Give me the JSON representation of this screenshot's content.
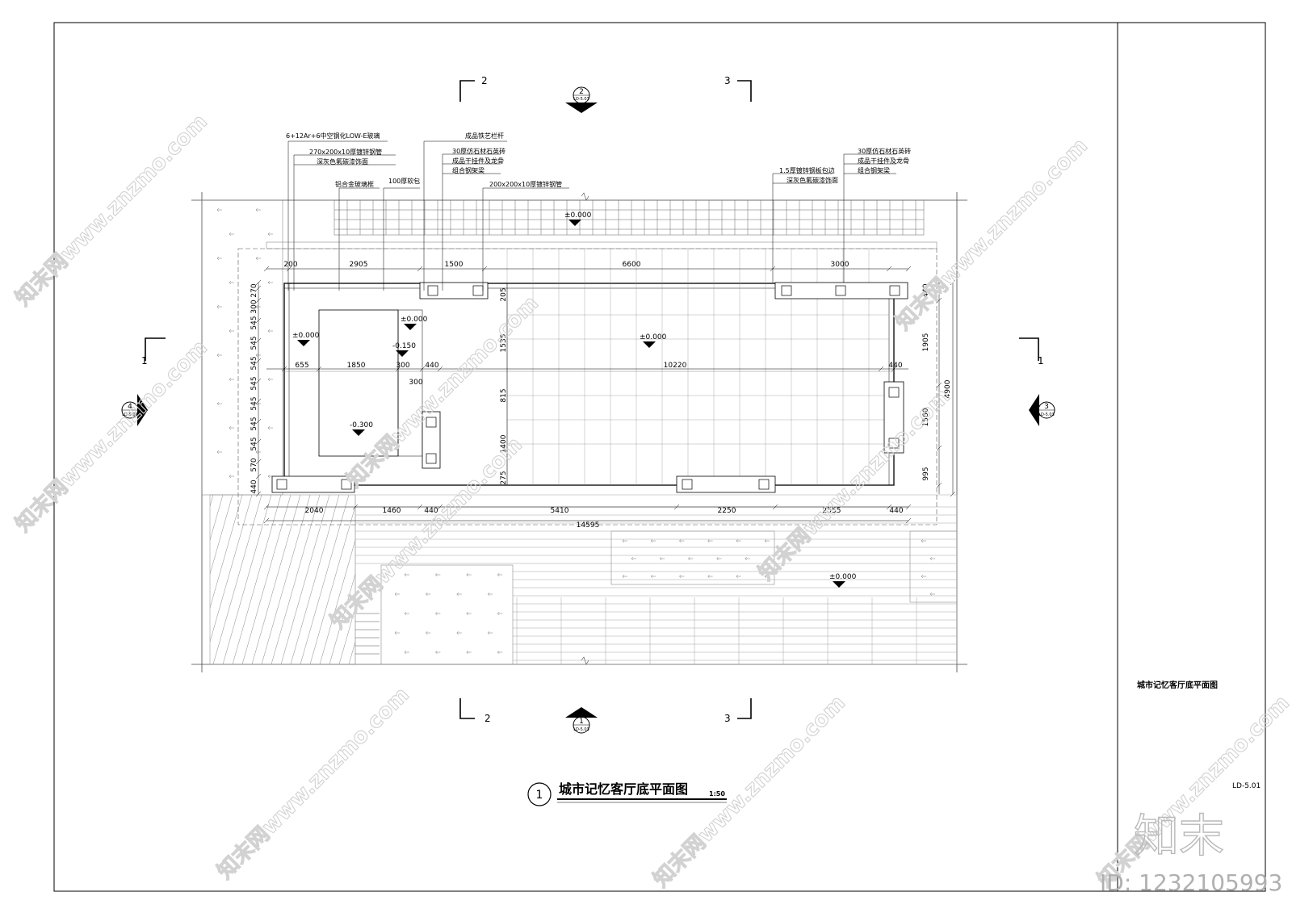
{
  "drawing": {
    "title": "城市记忆客厅底平面图",
    "scale": "1:50",
    "detail_number": "1",
    "side_title": "城市记忆客厅底平面图",
    "sheet_number": "LD-5.01"
  },
  "section_markers": {
    "top_left": "2",
    "top_right": "3",
    "bottom_left": "2",
    "bottom_right": "3",
    "left": "1",
    "right": "1"
  },
  "elevation_markers": {
    "top": {
      "num": "2",
      "sheet": "LD-5.03"
    },
    "bottom": {
      "num": "1",
      "sheet": "LD-5.03"
    },
    "left": {
      "num": "4",
      "sheet": "LD-5.03"
    },
    "right": {
      "num": "3",
      "sheet": "LD-5.03"
    }
  },
  "annotations": {
    "glass": "6+12Ar+6中空钢化LOW-E玻璃",
    "steel_pipe_270": "270x200x10厚镀锌钢管",
    "paint_dark_grey": "深灰色氟碳漆饰面",
    "aluminum_frame": "铝合金玻璃框",
    "soft_pack": "100厚软包",
    "railing": "成品铁艺栏杆",
    "quartz_30_left": "30厚仿石材石英砖",
    "hanging_left": "成品干挂件及龙骨",
    "steel_frame_left": "组合钢架梁",
    "steel_pipe_200": "200x200x10厚镀锌钢管",
    "steel_wrap": "1.5厚镀锌钢板包边",
    "paint_dark_grey_2": "深灰色氟碳漆饰面",
    "quartz_30_right": "30厚仿石材石英砖",
    "hanging_right": "成品干挂件及龙骨",
    "steel_frame_right": "组合钢架梁"
  },
  "levels": {
    "top": "±0.000",
    "room_left": "±0.000",
    "mid": "±0.000",
    "main": "±0.000",
    "step": "-0.150",
    "sunken": "-0.300",
    "outside": "±0.000"
  },
  "dimensions": {
    "top": [
      "200",
      "2905",
      "1500",
      "6600",
      "3000"
    ],
    "mid": [
      "655",
      "1850",
      "300",
      "440",
      "10220",
      "440"
    ],
    "mid_small": "300",
    "bottom": [
      "2040",
      "1460",
      "440",
      "5410",
      "2250",
      "2555",
      "440"
    ],
    "total": "14595",
    "left": [
      "300",
      "270",
      "545",
      "545",
      "545",
      "545",
      "545",
      "545",
      "545",
      "570",
      "440"
    ],
    "inner": [
      "205",
      "440",
      "1535",
      "815",
      "1400",
      "275"
    ],
    "right": [
      "440",
      "1905",
      "1560",
      "995"
    ],
    "right_total": "4900"
  },
  "watermark": {
    "text": "知末网www.znzmo.com",
    "brand": "知末",
    "id": "ID: 1232105993"
  }
}
